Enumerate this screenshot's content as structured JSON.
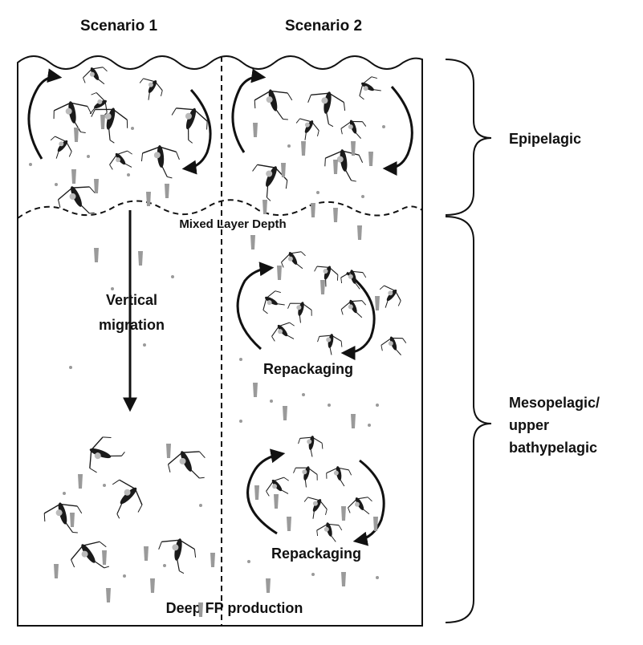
{
  "scenarios": {
    "s1": "Scenario 1",
    "s2": "Scenario 2"
  },
  "layers": {
    "epipelagic": "Epipelagic",
    "meso_line1": "Mesopelagic/",
    "meso_line2": "upper",
    "meso_line3": "bathypelagic"
  },
  "mld_label": "Mixed Layer Depth",
  "migration": {
    "line1": "Vertical",
    "line2": "migration"
  },
  "repack_1": "Repackaging",
  "repack_2": "Repackaging",
  "deep_fp": "Deep FP production",
  "colors": {
    "ink": "#111111",
    "pellet": "#9a9a9a",
    "copepod": "#1a1a1a"
  }
}
